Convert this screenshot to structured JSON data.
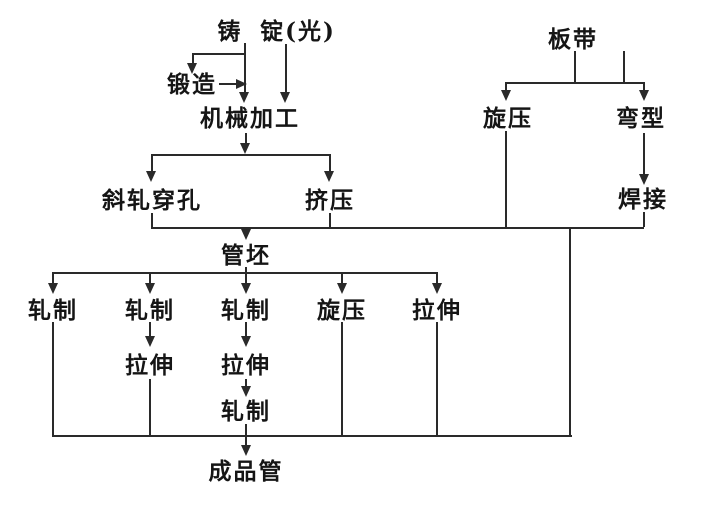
{
  "diagram": {
    "type": "flowchart",
    "nodes": {
      "cast": "铸",
      "ingot": "锭(光)",
      "forging": "锻造",
      "machining": "机械加工",
      "cross_roll_piercing": "斜轧穿孔",
      "extrusion": "挤压",
      "plate_strip": "板带",
      "spinning_sheet": "旋压",
      "bending": "弯型",
      "welding": "焊接",
      "tube_blank": "管坯",
      "rolling_1": "轧制",
      "rolling_2": "轧制",
      "rolling_3": "轧制",
      "spinning_tube": "旋压",
      "drawing_1": "拉伸",
      "drawing_2": "拉伸",
      "drawing_3": "拉伸",
      "rolling_4": "轧制",
      "finished_tube": "成品管"
    },
    "edges": [
      {
        "from": "cast",
        "to": "forging"
      },
      {
        "from": "forging",
        "to": "machining"
      },
      {
        "from": "cast",
        "to": "machining"
      },
      {
        "from": "ingot",
        "to": "machining"
      },
      {
        "from": "machining",
        "to": "cross_roll_piercing"
      },
      {
        "from": "machining",
        "to": "extrusion"
      },
      {
        "from": "cross_roll_piercing",
        "to": "tube_blank"
      },
      {
        "from": "extrusion",
        "to": "tube_blank"
      },
      {
        "from": "plate_strip",
        "to": "spinning_sheet"
      },
      {
        "from": "plate_strip",
        "to": "bending"
      },
      {
        "from": "bending",
        "to": "welding"
      },
      {
        "from": "spinning_sheet",
        "to": "tube_blank"
      },
      {
        "from": "welding",
        "to": "tube_blank"
      },
      {
        "from": "spinning_sheet",
        "to": "finished_tube"
      },
      {
        "from": "welding",
        "to": "finished_tube"
      },
      {
        "from": "tube_blank",
        "to": "rolling_1"
      },
      {
        "from": "tube_blank",
        "to": "rolling_2"
      },
      {
        "from": "tube_blank",
        "to": "rolling_3"
      },
      {
        "from": "tube_blank",
        "to": "spinning_tube"
      },
      {
        "from": "tube_blank",
        "to": "drawing_1"
      },
      {
        "from": "rolling_2",
        "to": "drawing_2"
      },
      {
        "from": "rolling_3",
        "to": "drawing_3"
      },
      {
        "from": "drawing_3",
        "to": "rolling_4"
      },
      {
        "from": "rolling_1",
        "to": "finished_tube"
      },
      {
        "from": "drawing_2",
        "to": "finished_tube"
      },
      {
        "from": "rolling_4",
        "to": "finished_tube"
      },
      {
        "from": "spinning_tube",
        "to": "finished_tube"
      },
      {
        "from": "drawing_1",
        "to": "finished_tube"
      }
    ],
    "colors": {
      "line": "#2a2a2a",
      "text": "#151515",
      "background": "#ffffff"
    }
  }
}
